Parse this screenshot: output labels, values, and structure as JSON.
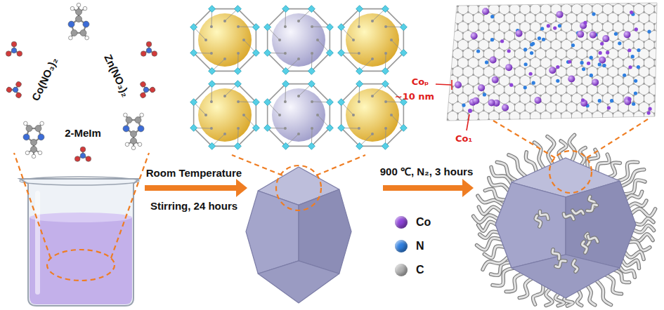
{
  "diagram": {
    "labels": [
      "Co(NO₃)₂",
      "Zn(NO₃)₂",
      "2-MeIm",
      "Room Temperature",
      "Stirring, 24 hours",
      "900 ℃, N₂, 3 hours",
      "Coₚ",
      "~10 nm",
      "Co₁"
    ],
    "legend": [
      {
        "text": "Co",
        "color": "#8e44d8"
      },
      {
        "text": "N",
        "color": "#2f7fe0"
      },
      {
        "text": "C",
        "color": "#b4b4b4"
      }
    ]
  }
}
